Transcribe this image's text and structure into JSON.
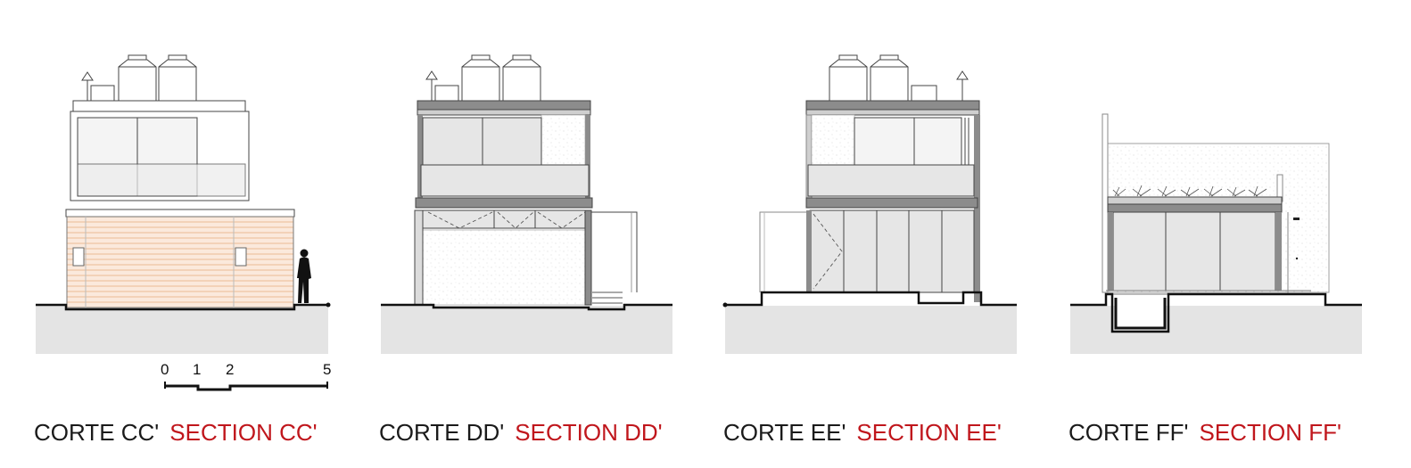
{
  "sheet": {
    "colors": {
      "ground": "#e4e4e4",
      "wall_dark": "#8c8c8c",
      "glass": "#e6e6e6",
      "wood_stripe": "#f0c9a8",
      "text_es": "#1a1a1a",
      "text_en": "#c0161c"
    },
    "scale_bar": {
      "labels": [
        "0",
        "1",
        "2",
        "5"
      ]
    },
    "sections": [
      {
        "id": "cc",
        "label_es": "CORTE CC'",
        "label_en": "SECTION CC'"
      },
      {
        "id": "dd",
        "label_es": "CORTE DD'",
        "label_en": "SECTION DD'"
      },
      {
        "id": "ee",
        "label_es": "CORTE EE'",
        "label_en": "SECTION EE'"
      },
      {
        "id": "ff",
        "label_es": "CORTE FF'",
        "label_en": "SECTION FF'"
      }
    ]
  }
}
